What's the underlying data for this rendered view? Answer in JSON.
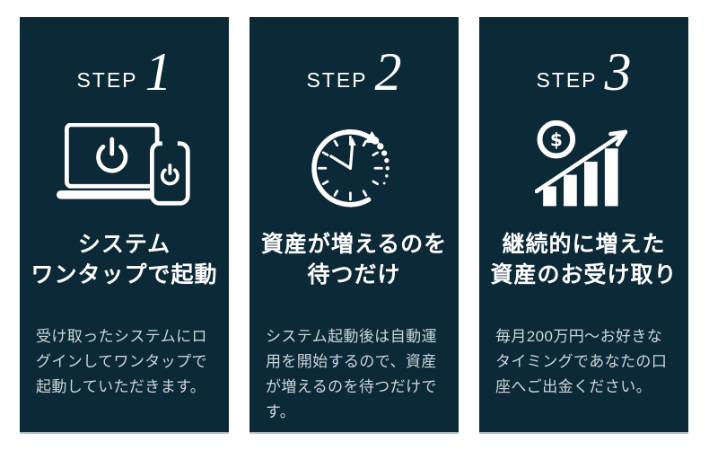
{
  "colors": {
    "card_background": "#0c2938",
    "card_bottom_border": "#b6c5cc",
    "heading_text": "#ffffff",
    "body_text": "#ccd5da",
    "icon_color": "#ffffff",
    "page_background": "#ffffff"
  },
  "cards": [
    {
      "step_label": "STEP",
      "step_number": "1",
      "icon": "laptop-phone-power-icon",
      "heading_line1": "システム",
      "heading_line2": "ワンタップで起動",
      "body": "受け取ったシステムにログインしてワンタップで起動していただきます。"
    },
    {
      "step_label": "STEP",
      "step_number": "2",
      "icon": "clock-cycle-icon",
      "heading_line1": "資産が増えるのを",
      "heading_line2": "待つだけ",
      "body": "システム起動後は自動運用を開始するので、資産が増えるのを待つだけです。"
    },
    {
      "step_label": "STEP",
      "step_number": "3",
      "icon": "money-growth-chart-icon",
      "heading_line1": "継続的に増えた",
      "heading_line2": "資産のお受け取り",
      "body": "毎月200万円〜お好きなタイミングであなたの口座へご出金ください。",
      "dollar_sign": "$"
    }
  ]
}
